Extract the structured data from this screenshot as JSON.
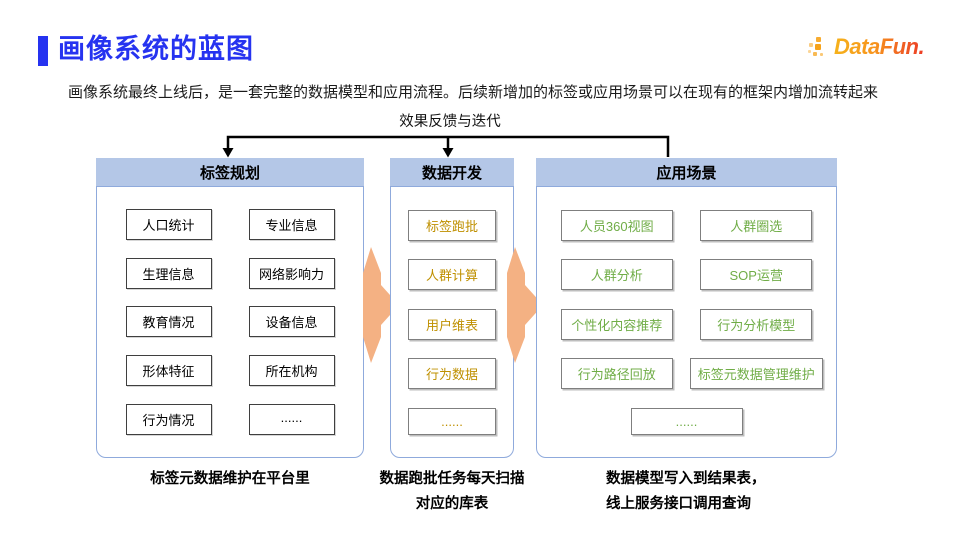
{
  "slide": {
    "title": "画像系统的蓝图",
    "subtitle": "画像系统最终上线后，是一套完整的数据模型和应用流程。后续新增加的标签或应用场景可以在现有的框架内增加流转起来"
  },
  "logo": {
    "text": "DataFun."
  },
  "diagram": {
    "feedback_label": "效果反馈与迭代",
    "columns": [
      {
        "header": "标签规划",
        "items": [
          "人口统计",
          "专业信息",
          "生理信息",
          "网络影响力",
          "教育情况",
          "设备信息",
          "形体特征",
          "所在机构",
          "行为情况",
          "......"
        ],
        "caption_lines": [
          "标签元数据维护在平台里"
        ]
      },
      {
        "header": "数据开发",
        "items": [
          "标签跑批",
          "人群计算",
          "用户维表",
          "行为数据",
          "......"
        ],
        "caption_lines": [
          "数据跑批任务每天扫描",
          "对应的库表"
        ]
      },
      {
        "header": "应用场景",
        "items": [
          "人员360视图",
          "人群圈选",
          "人群分析",
          "SOP运营",
          "个性化内容推荐",
          "行为分析模型",
          "行为路径回放",
          "标签元数据管理维护",
          "......"
        ],
        "caption_lines": [
          "数据模型写入到结果表，",
          "线上服务接口调用查询"
        ]
      }
    ]
  },
  "colors": {
    "title-blue": "#2633f0",
    "header-fill": "#b4c7e7",
    "container-border": "#8faadc",
    "box-border-dark": "#3f3f3f",
    "box-border-gray": "#7f7f7f",
    "gold": "#bf9000",
    "green": "#70ad47",
    "arrow-orange": "#f4b183",
    "connector": "#000000",
    "logo-orange": "#f7941d",
    "logo-red": "#ed3b24"
  }
}
